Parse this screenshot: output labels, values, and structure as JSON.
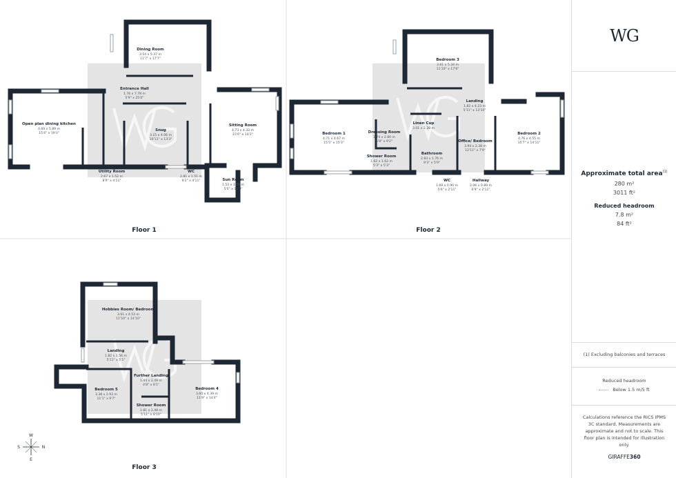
{
  "brand": {
    "logo_text": "WG"
  },
  "floors": [
    {
      "label": "Floor 1",
      "rooms": [
        {
          "name": "Dining Room",
          "metric": "3.54 x 5.37 m",
          "imperial": "11'7\" x 17'7\""
        },
        {
          "name": "Entrance Hall",
          "metric": "1.76 x 7.78 m",
          "imperial": "5'9\" x 25'6\""
        },
        {
          "name": "Open plan dining kitchen",
          "metric": "4.69 x 5.89 m",
          "imperial": "15'4\" x 19'3\""
        },
        {
          "name": "Snug",
          "metric": "3.15 x 4.06 m",
          "imperial": "10'11\" x 13'3\""
        },
        {
          "name": "Sitting Room",
          "metric": "4.73 x 4.32 m",
          "imperial": "15'6\" x 14'2\""
        },
        {
          "name": "Utility Room",
          "metric": "2.67 x 1.52 m",
          "imperial": "8'9\" x 4'11\""
        },
        {
          "name": "WC",
          "metric": "2.81 x 1.51 m",
          "imperial": "9'2\" x 4'11\""
        },
        {
          "name": "Sun Room",
          "metric": "1.53 x 3.06 m",
          "imperial": "5'0\" x 10'0\""
        }
      ]
    },
    {
      "label": "Floor 2",
      "rooms": [
        {
          "name": "Bedroom 3",
          "metric": "3.61 x 5.34 m",
          "imperial": "11'10\" x 17'6\""
        },
        {
          "name": "Landing",
          "metric": "1.82 x 4.23 m",
          "imperial": "5'11\" x 13'10\""
        },
        {
          "name": "Bedroom 1",
          "metric": "4.71 x 4.67 m",
          "imperial": "15'5\" x 15'3\""
        },
        {
          "name": "Dressing Room",
          "metric": "1.74 x 2.80 m",
          "imperial": "5'8\" x 9'2\""
        },
        {
          "name": "Linen Cup",
          "metric": "3.01 x 2.28 m",
          "imperial": ""
        },
        {
          "name": "Office/ Bedroom",
          "metric": "3.94 x 2.38 m",
          "imperial": "12'11\" x 7'9\""
        },
        {
          "name": "Bedroom 2",
          "metric": "4.76 x 4.55 m",
          "imperial": "15'7\" x 14'11\""
        },
        {
          "name": "Shower Room",
          "metric": "1.62 x 1.62 m",
          "imperial": "5'3\" x 5'3\""
        },
        {
          "name": "Bathroom",
          "metric": "2.83 x 1.76 m",
          "imperial": "9'3\" x 5'9\""
        },
        {
          "name": "WC",
          "metric": "1.69 x 0.90 m",
          "imperial": "5'6\" x 2'11\""
        },
        {
          "name": "Hallway",
          "metric": "2.06 x 0.89 m",
          "imperial": "6'9\" x 2'11\""
        }
      ]
    },
    {
      "label": "Floor 3",
      "rooms": [
        {
          "name": "Hobbies Room/ Bedroom",
          "metric": "3.61 x 4.53 m",
          "imperial": "11'10\" x 14'10\""
        },
        {
          "name": "Landing",
          "metric": "1.82 x 1.56 m",
          "imperial": "5'11\" x 5'1\""
        },
        {
          "name": "Further Landing",
          "metric": "1.44 x 2.49 m",
          "imperial": "4'8\" x 8'1\""
        },
        {
          "name": "Bedroom 5",
          "metric": "3.38 x 2.93 m",
          "imperial": "11'1\" x 9'7\""
        },
        {
          "name": "Bedroom 4",
          "metric": "3.60 x 4.39 m",
          "imperial": "11'9\" x 14'4\""
        },
        {
          "name": "Shower Room",
          "metric": "1.81 x 2.48 m",
          "imperial": "5'11\" x 8'10\""
        }
      ]
    }
  ],
  "compass": {
    "n": "N",
    "s": "S",
    "e": "E",
    "w": "W"
  },
  "summary": {
    "total_title": "Approximate total area",
    "total_sup": "(1)",
    "total_m2": "280 m²",
    "total_ft2": "3011 ft²",
    "reduced_title": "Reduced headroom",
    "reduced_m2": "7.8 m²",
    "reduced_ft2": "84 ft²"
  },
  "footnote": "(1) Excluding balconies and terraces",
  "legend": {
    "title": "Reduced headroom",
    "item": "Below 1.5 m/5 ft"
  },
  "disclaimer": "Calculations reference the RICS IPMS 3C standard. Measurements are approximate and not to scale. This floor plan is intended for illustration only.",
  "credit": {
    "prefix": "GIRAFFE",
    "suffix": "360"
  },
  "colors": {
    "wall": "#1e2835",
    "reduced_headroom": "#e4e4e4"
  }
}
